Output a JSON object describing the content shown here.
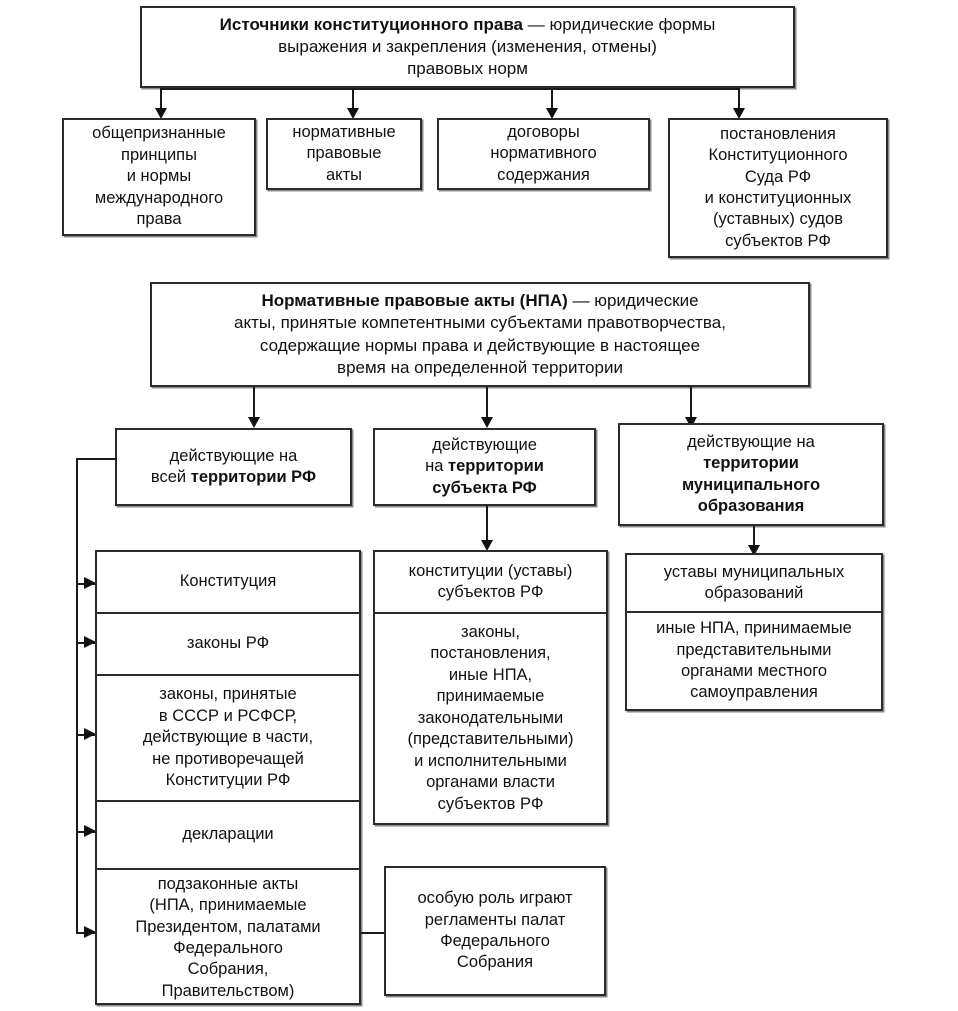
{
  "diagram": {
    "title": "Источники конституционного права",
    "root": {
      "lead": "Источники конституционного права",
      "rest": " — юридические формы\nвыражения и закрепления (изменения, отмены)\nправовых норм"
    },
    "sources": [
      {
        "label": "общепризнанные\nпринципы\nи нормы\nмеждународного\nправа"
      },
      {
        "label": "нормативные\nправовые\nакты"
      },
      {
        "label": "договоры\nнормативного\nсодержания"
      },
      {
        "label": "постановления\nКонституционного\nСуда РФ\nи конституционных\n(уставных) судов\nсубъектов РФ"
      }
    ],
    "npa_definition": {
      "lead": "Нормативные правовые акты (НПА)",
      "rest": " —  юридические\nакты, принятые компетентными субъектами правотворчества,\nсодержащие нормы права и действующие в настоящее\nвремя на определенной территории"
    },
    "territory": {
      "federal": {
        "pre": "действующие на\nвсей ",
        "bold": "территории РФ",
        "post": ""
      },
      "subject": {
        "pre": "действующие\nна ",
        "bold": "территории\nсубъекта РФ",
        "post": ""
      },
      "municipal": {
        "pre": "действующие на\n",
        "bold": "территории\nмуниципального\nобразования",
        "post": ""
      }
    },
    "federal_acts": [
      "Конституция",
      "законы РФ",
      "законы, принятые\nв СССР и РСФСР,\nдействующие в части,\nне противоречащей\nКонституции РФ",
      "декларации",
      "подзаконные акты\n(НПА, принимаемые\nПрезидентом, палатами\nФедерального\nСобрания,\nПравительством)"
    ],
    "subject_acts": [
      "конституции (уставы)\nсубъектов РФ",
      "законы,\nпостановления,\nиные НПА,\nпринимаемые\nзаконодательными\n(представительными)\nи исполнительными\nорганами власти\nсубъектов РФ"
    ],
    "municipal_acts": [
      "уставы муниципальных\nобразований",
      "иные НПА, принимаемые\nпредставительными\nорганами местного\nсамоуправления"
    ],
    "special_note": "особую роль играют\nрегламенты палат\nФедерального\nСобрания",
    "colors": {
      "border": "#2b2b2b",
      "connector": "#111111",
      "background": "#ffffff",
      "text": "#111111"
    }
  }
}
